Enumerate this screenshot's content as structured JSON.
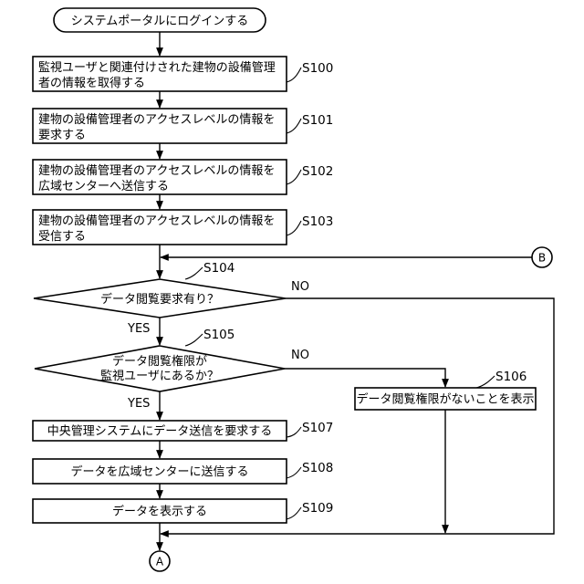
{
  "start": "システムポータルにログインする",
  "steps": {
    "s100": {
      "label": "S100",
      "lines": [
        "監視ユーザと関連付けされた建物の設備管理",
        "者の情報を取得する"
      ]
    },
    "s101": {
      "label": "S101",
      "lines": [
        "建物の設備管理者のアクセスレベルの情報を",
        "要求する"
      ]
    },
    "s102": {
      "label": "S102",
      "lines": [
        "建物の設備管理者のアクセスレベルの情報を",
        "広域センターへ送信する"
      ]
    },
    "s103": {
      "label": "S103",
      "lines": [
        "建物の設備管理者のアクセスレベルの情報を",
        "受信する"
      ]
    },
    "s104": {
      "label": "S104",
      "lines": [
        "データ閲覧要求有り？"
      ]
    },
    "s105": {
      "label": "S105",
      "lines": [
        "データ閲覧権限が",
        "監視ユーザにあるか？"
      ]
    },
    "s106": {
      "label": "S106",
      "lines": [
        "データ閲覧権限がないことを表示"
      ]
    },
    "s107": {
      "label": "S107",
      "lines": [
        "中央管理システムにデータ送信を要求する"
      ]
    },
    "s108": {
      "label": "S108",
      "lines": [
        "データを広域センターに送信する"
      ]
    },
    "s109": {
      "label": "S109",
      "lines": [
        "データを表示する"
      ]
    }
  },
  "branches": {
    "yes": "YES",
    "no": "NO"
  },
  "connectors": {
    "b": "B",
    "a": "A"
  }
}
